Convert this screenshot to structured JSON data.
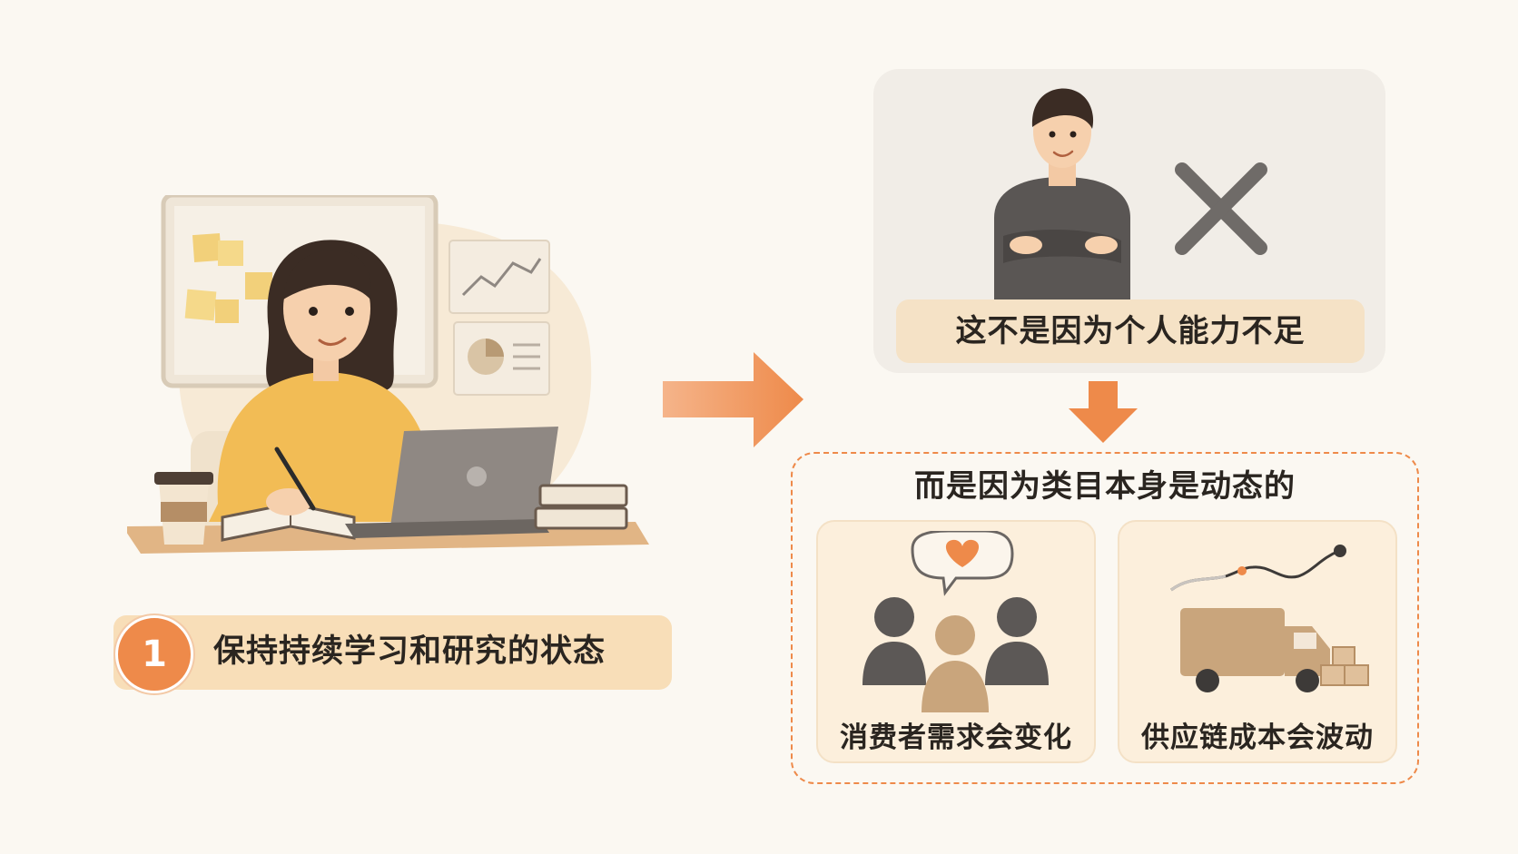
{
  "step": {
    "number": "1",
    "text": "保持持续学习和研究的状态"
  },
  "top_card": {
    "caption": "这不是因为个人能力不足"
  },
  "bottom_box": {
    "title": "而是因为类目本身是动态的",
    "items": [
      {
        "label": "消费者需求会变化",
        "icon": "consumers-heart-icon"
      },
      {
        "label": "供应链成本会波动",
        "icon": "truck-trend-icon"
      }
    ]
  },
  "colors": {
    "background": "#fbf8f2",
    "accent": "#ee8a4a",
    "pill": "#f8deb8",
    "card": "#f1ede7"
  }
}
